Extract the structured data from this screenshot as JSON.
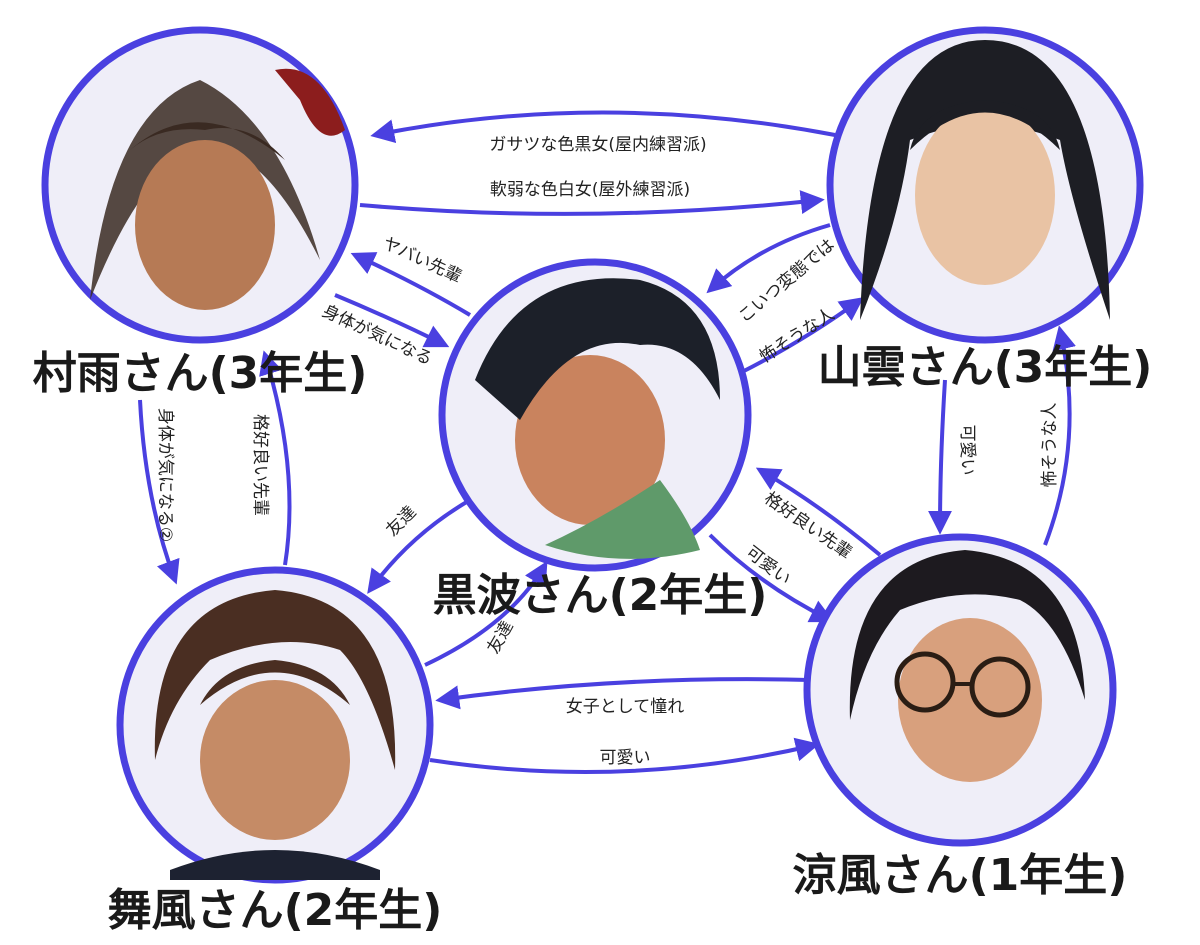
{
  "colors": {
    "ring": "#4a40e0",
    "arrow": "#4a40e0",
    "portrait_bg": "#efeef8",
    "text": "#1a1a1a"
  },
  "characters": {
    "murasame": "村雨さん(3年生)",
    "yamakumo": "山雲さん(3年生)",
    "kuronami": "黒波さん(2年生)",
    "maikaze": "舞風さん(2年生)",
    "suzukaze": "涼風さん(1年生)"
  },
  "relations": {
    "yamakumo_to_murasame": "ガサツな色黒女(屋内練習派)",
    "murasame_to_yamakumo": "軟弱な色白女(屋外練習派)",
    "kuronami_to_murasame": "ヤバい先輩",
    "murasame_to_kuronami": "身体が気になる",
    "yamakumo_to_kuronami": "こいつ変態では",
    "kuronami_to_yamakumo": "怖そうな人",
    "murasame_to_maikaze": "身体が気になる②",
    "maikaze_to_murasame": "格好良い先輩",
    "kuronami_to_maikaze": "友達",
    "maikaze_to_kuronami": "友達",
    "yamakumo_to_suzukaze": "可愛い",
    "suzukaze_to_yamakumo": "怖そうな人",
    "suzukaze_to_kuronami": "格好良い先輩",
    "kuronami_to_suzukaze": "可愛い",
    "suzukaze_to_maikaze": "女子として憧れ",
    "maikaze_to_suzukaze": "可愛い"
  }
}
